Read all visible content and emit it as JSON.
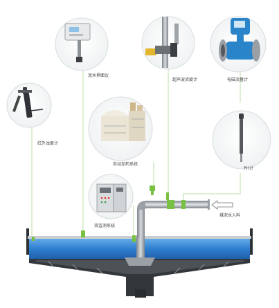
{
  "labels": {
    "infrared_turbidimeter": "红外浊度计",
    "sludge_interface": "泥水界面仪",
    "ultrasonic_concentration": "超声波浓度计",
    "electromagnetic_flowmeter": "电磁流量计",
    "auto_dosing": "自动加药系统",
    "ph_meter": "PH计",
    "dual_monitoring": "双监测系统",
    "coal_slurry_inlet": "煤泥水入料"
  },
  "colors": {
    "water": "#2f80d2",
    "pipe": "#9aa0a6",
    "sensor_green": "#79c142",
    "tank_dark": "#33373b",
    "leader_line": "#bcdca6"
  }
}
